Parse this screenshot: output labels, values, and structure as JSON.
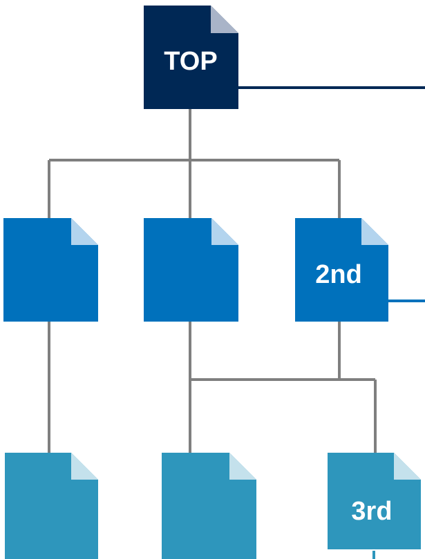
{
  "diagram": {
    "top_page_label": "TOP",
    "second_page_label": "2nd",
    "third_page_label": "3rd",
    "colors": {
      "top_page": "#002855",
      "top_page_fold": "#a9b4c8",
      "second_level_page": "#0071bc",
      "second_level_fold": "#b3d4ee",
      "third_level_page": "#2e96bc",
      "third_level_fold": "#c4e1ec",
      "connector_gray": "#7f7f7f",
      "connector_navy": "#002855",
      "connector_blue": "#0071bc",
      "connector_teal": "#2e96bc"
    }
  }
}
